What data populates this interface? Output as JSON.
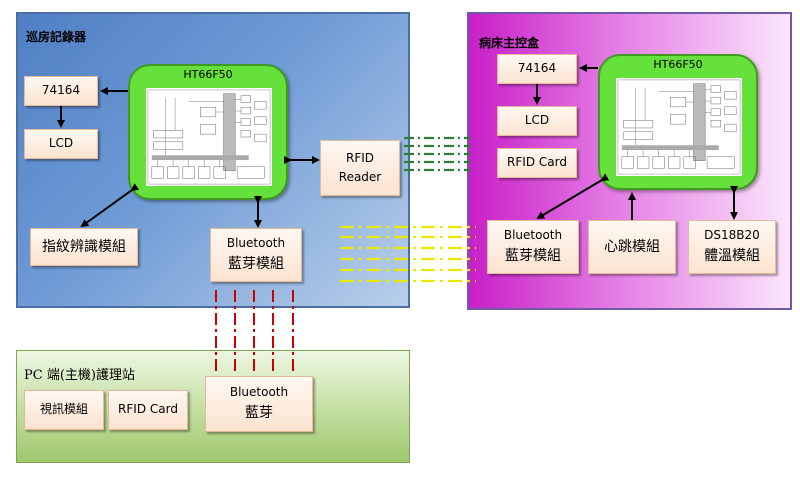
{
  "patrol_recorder": {
    "title": "巡房記錄器",
    "mcu": "HT66F50",
    "ic_74164": "74164",
    "lcd": "LCD",
    "fingerprint": "指紋辨識模組",
    "bluetooth_line1": "Bluetooth",
    "bluetooth_line2": "藍芽模組",
    "rfid_line1": "RFID",
    "rfid_line2": "Reader"
  },
  "bedside_box": {
    "title": "病床主控盒",
    "mcu": "HT66F50",
    "ic_74164": "74164",
    "lcd": "LCD",
    "rfid_card": "RFID Card",
    "bluetooth_line1": "Bluetooth",
    "bluetooth_line2": "藍芽模組",
    "heartbeat": "心跳模組",
    "temp_line1": "DS18B20",
    "temp_line2": "體溫模組"
  },
  "nurse_station": {
    "title": "PC 端(主機)護理站",
    "video": "視訊模組",
    "rfid_card": "RFID Card",
    "bluetooth_line1": "Bluetooth",
    "bluetooth_line2": "藍芽"
  },
  "colors": {
    "rfid_link": "#2e7d32",
    "bt_bed_link": "#e8e800",
    "bt_pc_link": "#cc0000",
    "arrow": "#000000"
  }
}
